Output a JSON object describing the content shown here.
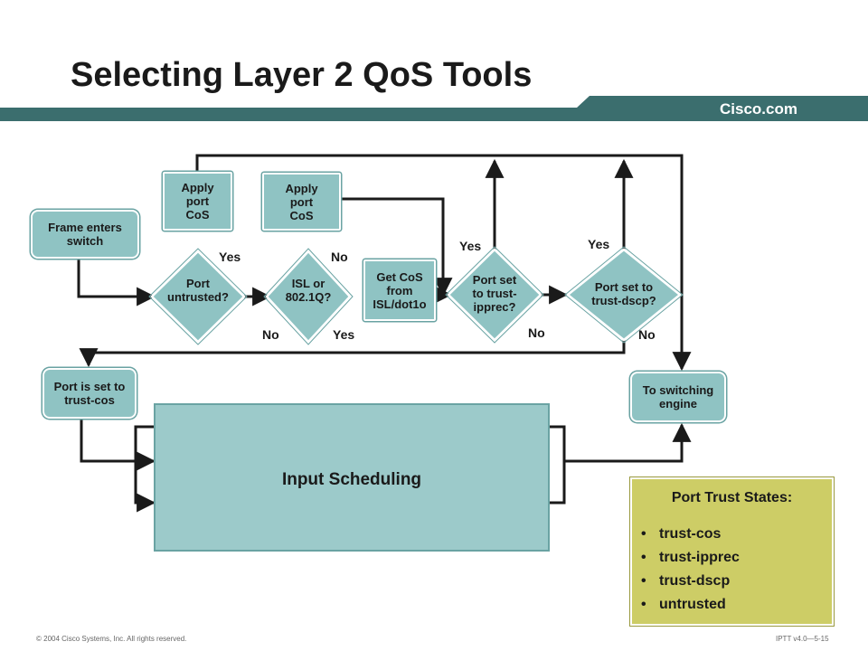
{
  "slide": {
    "title": "Selecting Layer 2 QoS Tools",
    "brand": "Cisco.com",
    "copyright": "© 2004 Cisco Systems, Inc. All rights reserved.",
    "course_code": "IPTT v4.0—5-15"
  },
  "colors": {
    "banner": "#3b6e6e",
    "node_fill": "#8fc3c3",
    "scheduling_fill": "#9ccaca",
    "trust_panel_fill": "#cdcd66",
    "line": "#1a1a1a"
  },
  "nodes": {
    "frame_enters": "Frame enters\nswitch",
    "apply_port_cos_1": "Apply\nport\nCoS",
    "apply_port_cos_2": "Apply\nport\nCoS",
    "port_untrusted": "Port\nuntrusted?",
    "isl_8021q": "ISL or\n802.1Q?",
    "get_cos": "Get CoS\nfrom\nISL/dot1o",
    "trust_ipprec": "Port set\nto trust-\nipprec?",
    "trust_dscp": "Port set to\ntrust-dscp?",
    "trust_cos": "Port is set to\ntrust-cos",
    "switching_engine": "To switching\nengine",
    "input_scheduling": "Input Scheduling"
  },
  "edge_labels": {
    "untrusted_yes": "Yes",
    "isl_no_top": "No",
    "untrusted_no": "No",
    "isl_yes": "Yes",
    "ipprec_yes": "Yes",
    "dscp_yes": "Yes",
    "ipprec_no": "No",
    "dscp_no": "No"
  },
  "trust_states": {
    "title": "Port Trust States:",
    "items": [
      "trust-cos",
      "trust-ipprec",
      "trust-dscp",
      "untrusted"
    ]
  }
}
